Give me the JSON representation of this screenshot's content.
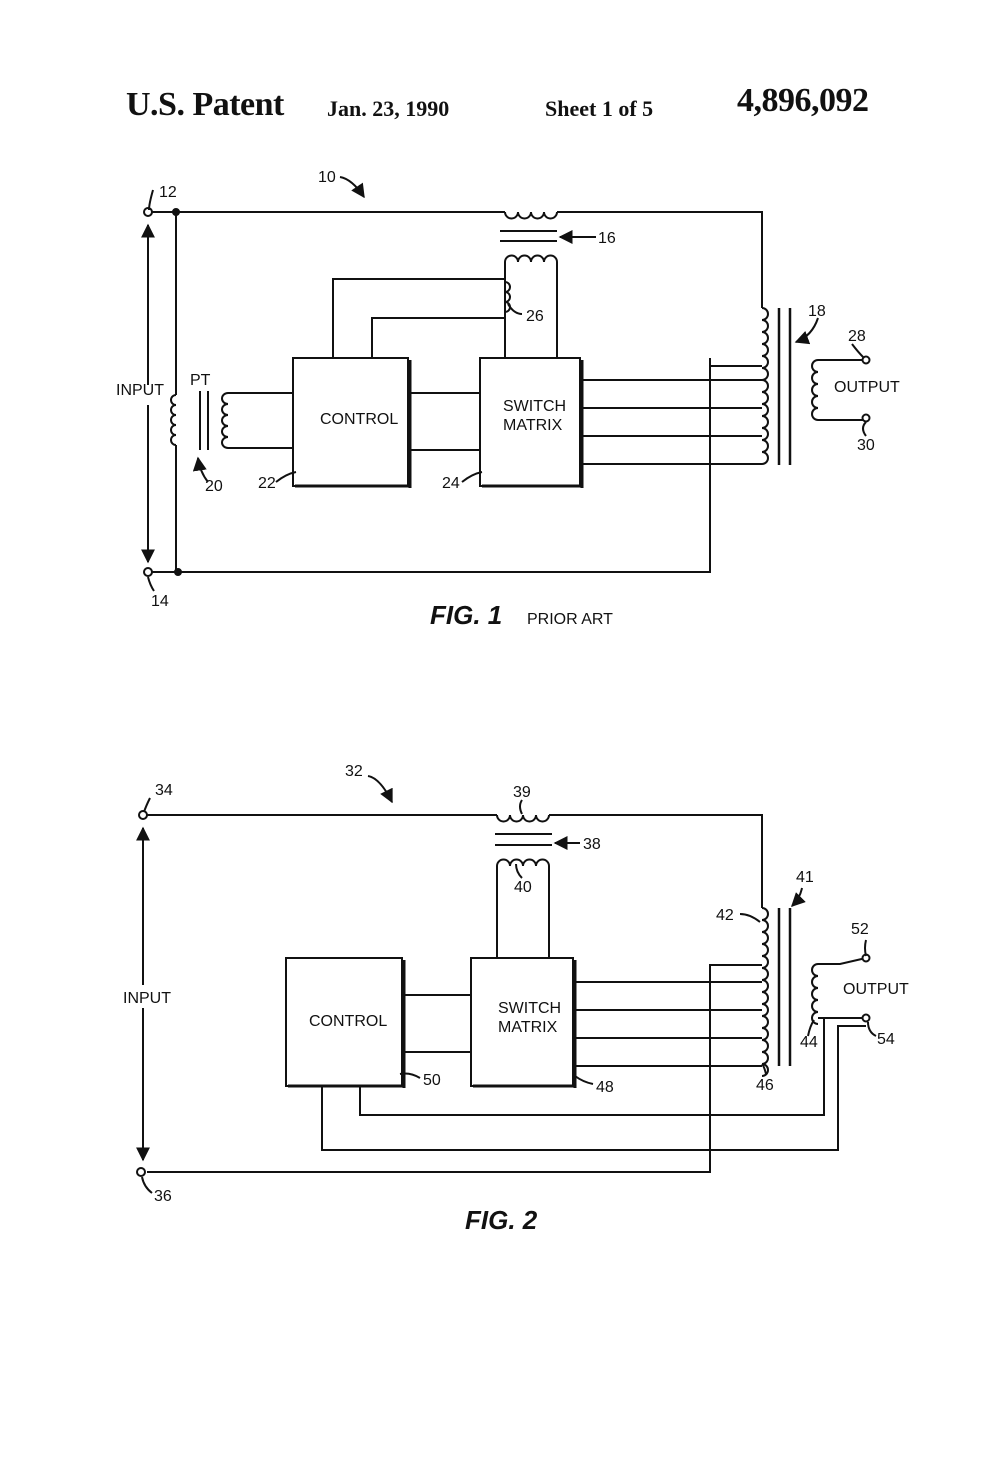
{
  "header": {
    "patent": "U.S. Patent",
    "date": "Jan. 23, 1990",
    "sheet": "Sheet 1 of 5",
    "number": "4,896,092"
  },
  "fig1": {
    "caption": "FIG. 1",
    "caption_note": "PRIOR ART",
    "input_label": "INPUT",
    "pt_label": "PT",
    "control_label": "CONTROL",
    "switch_label_1": "SWITCH",
    "switch_label_2": "MATRIX",
    "output_label": "OUTPUT",
    "refs": {
      "r10": "10",
      "r12": "12",
      "r14": "14",
      "r16": "16",
      "r18": "18",
      "r20": "20",
      "r22": "22",
      "r24": "24",
      "r26": "26",
      "r28": "28",
      "r30": "30"
    }
  },
  "fig2": {
    "caption": "FIG. 2",
    "input_label": "INPUT",
    "control_label": "CONTROL",
    "switch_label_1": "SWITCH",
    "switch_label_2": "MATRIX",
    "output_label": "OUTPUT",
    "refs": {
      "r32": "32",
      "r34": "34",
      "r36": "36",
      "r38": "38",
      "r39": "39",
      "r40": "40",
      "r41": "41",
      "r42": "42",
      "r44": "44",
      "r46": "46",
      "r48": "48",
      "r50": "50",
      "r52": "52",
      "r54": "54"
    }
  }
}
